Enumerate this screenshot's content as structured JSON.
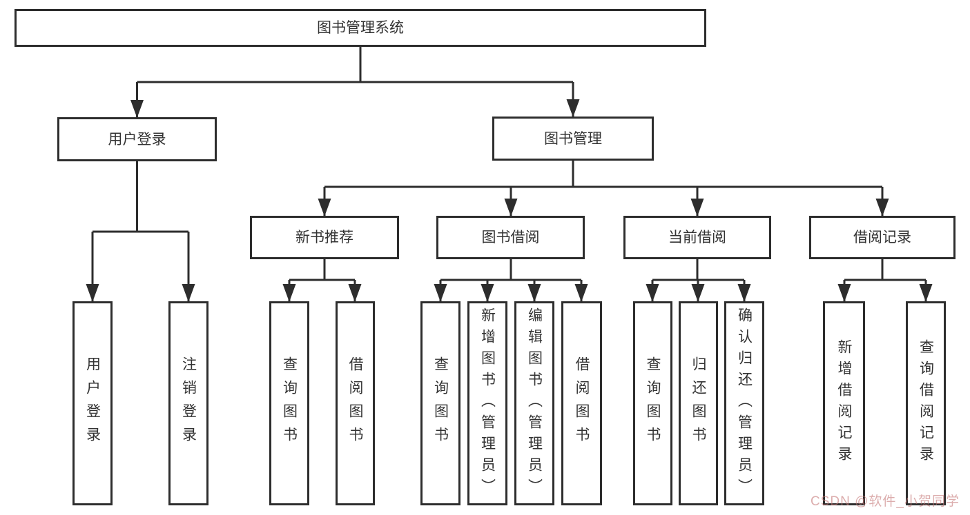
{
  "diagram_title": "图书管理系统",
  "tree": {
    "label": "图书管理系统",
    "children": [
      {
        "label": "用户登录",
        "children": [
          {
            "label": "用户登录"
          },
          {
            "label": "注销登录"
          }
        ]
      },
      {
        "label": "图书管理",
        "children": [
          {
            "label": "新书推荐",
            "children": [
              {
                "label": "查询图书"
              },
              {
                "label": "借阅图书"
              }
            ]
          },
          {
            "label": "图书借阅",
            "children": [
              {
                "label": "查询图书"
              },
              {
                "label": "新增图书（管理员）"
              },
              {
                "label": "编辑图书（管理员）"
              },
              {
                "label": "借阅图书"
              }
            ]
          },
          {
            "label": "当前借阅",
            "children": [
              {
                "label": "查询图书"
              },
              {
                "label": "归还图书"
              },
              {
                "label": "确认归还（管理员）"
              }
            ]
          },
          {
            "label": "借阅记录",
            "children": [
              {
                "label": "新增借阅记录"
              },
              {
                "label": "查询借阅记录"
              }
            ]
          }
        ]
      }
    ]
  },
  "watermark": {
    "text": "CSDN @软件_小贺同学"
  },
  "colors": {
    "line": "#2d2d2d",
    "node_border": "#2d2d2d",
    "node_text": "#333333",
    "background": "#ffffff",
    "watermark_text": "#c97676"
  }
}
